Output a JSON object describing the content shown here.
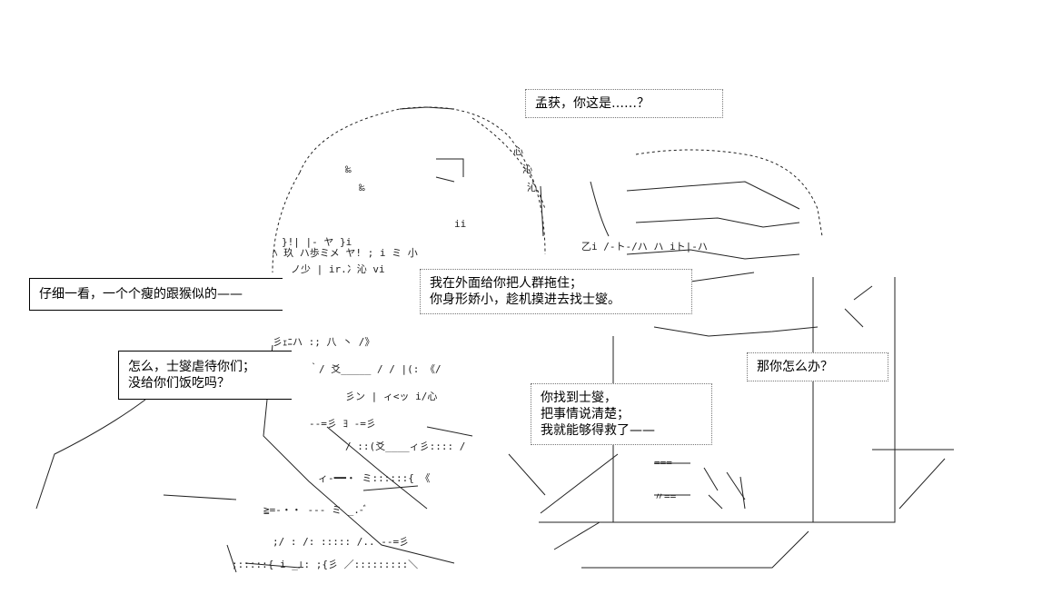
{
  "bubbles": {
    "top_right": {
      "lines": [
        "孟获，你这是……？"
      ]
    },
    "left_upper": {
      "lines": [
        "仔细一看，一个个瘦的跟猴似的——"
      ]
    },
    "center": {
      "lines": [
        "我在外面给你把人群拖住；",
        "你身形娇小，趁机摸进去找士燮。"
      ]
    },
    "left_lower": {
      "lines": [
        "怎么，士燮虐待你们；",
        "没给你们饭吃吗？"
      ]
    },
    "right_middle": {
      "lines": [
        "那你怎么办？"
      ]
    },
    "lower_center": {
      "lines": [
        "你找到士燮，",
        "把事情说清楚；",
        "我就能够得救了——"
      ]
    }
  },
  "colors": {
    "ink": "#000000",
    "background": "#ffffff"
  }
}
